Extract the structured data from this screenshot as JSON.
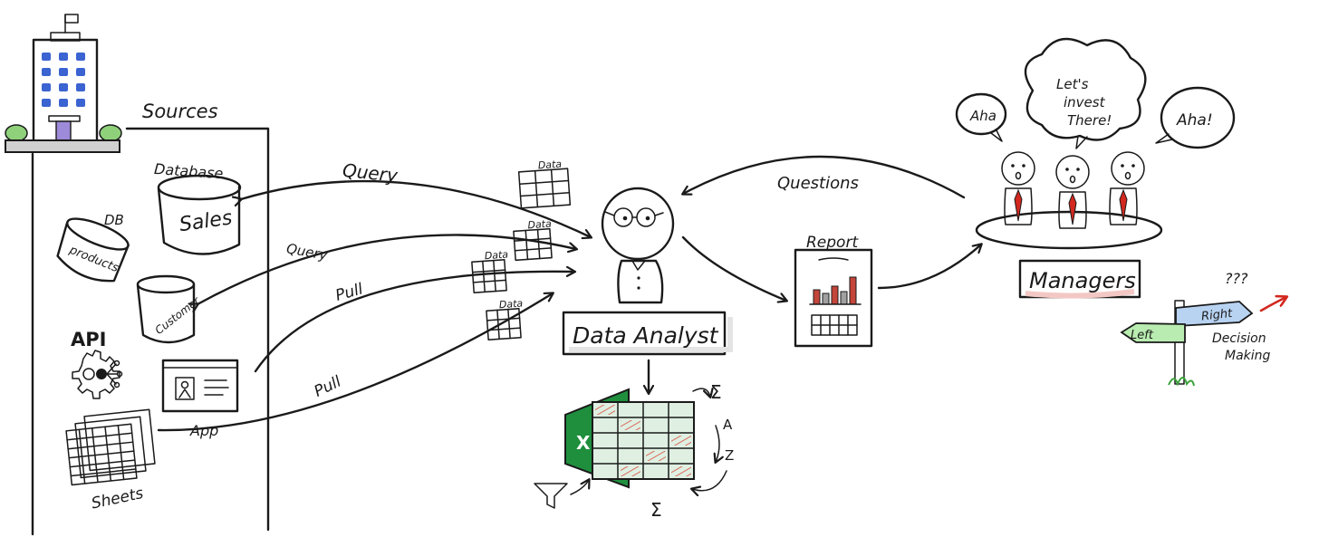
{
  "labels": {
    "sources": "Sources",
    "database": "Database",
    "sales": "Sales",
    "db": "DB",
    "products": "products",
    "customer": "Customer",
    "api": "API",
    "app": "App",
    "sheets": "Sheets",
    "query_top": "Query",
    "query_mid": "Query",
    "pull_1": "Pull",
    "pull_2": "Pull",
    "data_1": "Data",
    "data_2": "Data",
    "data_3": "Data",
    "data_4": "Data",
    "data_analyst": "Data Analyst",
    "report": "Report",
    "questions": "Questions",
    "managers": "Managers",
    "bubble_left": "Aha",
    "bubble_mid_1": "Let's",
    "bubble_mid_2": "invest",
    "bubble_mid_3": "There!",
    "bubble_right": "Aha!",
    "sign_left": "Left",
    "sign_right": "Right",
    "question_marks": "???",
    "decision_1": "Decision",
    "decision_2": "Making",
    "sigma_top": "Σ",
    "sigma_bottom": "Σ",
    "sort_a": "A",
    "sort_z": "Z",
    "excel_x": "X"
  },
  "colors": {
    "ink": "#1a1a1a",
    "excel_green": "#1f8f3e",
    "sheet_cell": "#dff0e3",
    "hatch_red": "#d9493a",
    "tie_red": "#d2281f",
    "arrow_red": "#d2281f",
    "shirt_blue": "#cfe8f5",
    "window_blue": "#3b63d1",
    "bush_green": "#8fd17a",
    "sign_green": "#b9ecb0",
    "sign_blue": "#b8d3f2",
    "bar_red": "#c4453a",
    "bar_gray": "#a0a0a0"
  }
}
